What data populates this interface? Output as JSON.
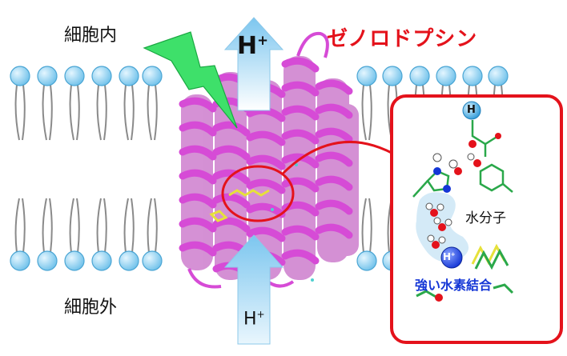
{
  "labels": {
    "inside": "細胞内",
    "outside": "細胞外",
    "title": "ゼノロドプシン",
    "proton": "H",
    "proton_charge": "+",
    "water": "水分子",
    "hydrogen_bond": "強い水素結合",
    "h_atom": "H"
  },
  "colors": {
    "title": "#e4121b",
    "helix": "#d64bd6",
    "lipid_head": "#8fd3f0",
    "lightning": "#3ee06a",
    "inset_border": "#e4121b",
    "hbond_text": "#1436d6",
    "arrow": "#a9d8f3"
  },
  "icons": [
    "lightning-icon",
    "proton-arrow-up-icon",
    "proton-arrow-in-icon",
    "curved-arrow-icon"
  ]
}
